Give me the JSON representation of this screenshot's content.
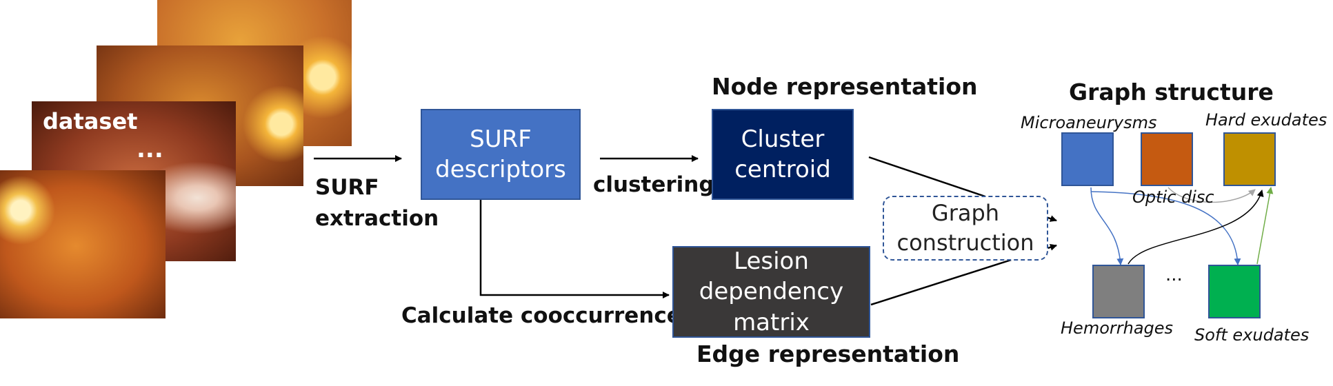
{
  "dataset": {
    "label": "dataset",
    "ellipsis": "..."
  },
  "steps": {
    "surf_extraction": "SURF extraction",
    "surf_extraction_line1": "SURF",
    "surf_extraction_line2": "extraction",
    "clustering": "clustering",
    "calculate_cooccurrence": "Calculate cooccurrence"
  },
  "boxes": {
    "surf_descriptors": {
      "line1": "SURF",
      "line2": "descriptors"
    },
    "cluster_centroid": {
      "line1": "Cluster",
      "line2": "centroid"
    },
    "lesion_matrix": {
      "line1": "Lesion",
      "line2": "dependency",
      "line3": "matrix"
    },
    "graph_construction": {
      "line1": "Graph",
      "line2": "construction"
    }
  },
  "headings": {
    "node_representation": "Node representation",
    "edge_representation": "Edge representation",
    "graph_structure": "Graph structure"
  },
  "graph": {
    "nodes": {
      "microaneurysms": "Microaneurysms",
      "optic_disc": "Optic disc",
      "hard_exudates": "Hard exudates",
      "hemorrhages": "Hemorrhages",
      "soft_exudates": "Soft exudates"
    },
    "ellipsis": "...",
    "colors": {
      "microaneurysms": "#4472c4",
      "optic_disc": "#c55a11",
      "hard_exudates": "#bf9000",
      "hemorrhages": "#7f7f7f",
      "soft_exudates": "#00b050"
    }
  },
  "colors": {
    "surf_box": "#4472c4",
    "cluster_box": "#002060",
    "lesion_box": "#3a3838",
    "graph_construction_border": "#2f5597"
  }
}
